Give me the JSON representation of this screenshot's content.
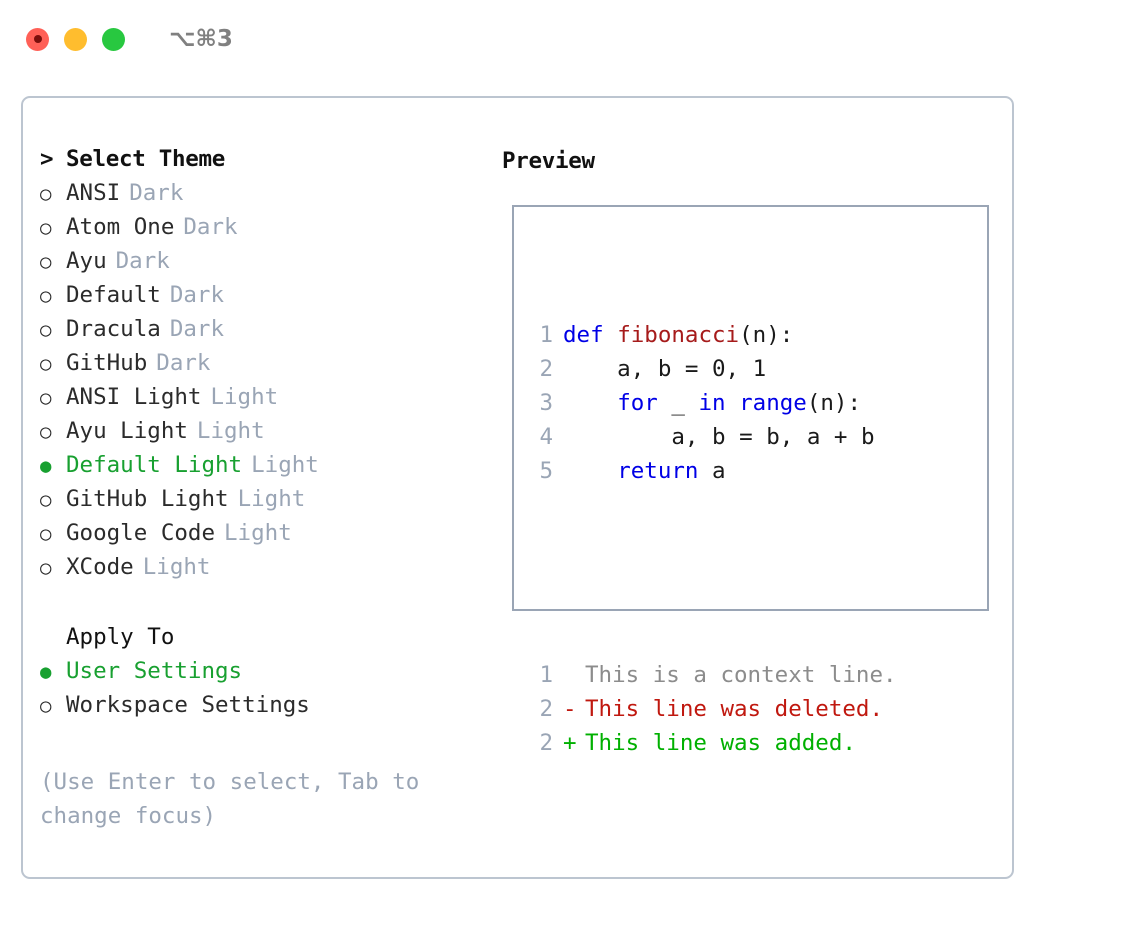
{
  "titlebar": {
    "shortcut": "⌥⌘3",
    "buttons": [
      "close",
      "minimize",
      "maximize"
    ]
  },
  "theme_picker": {
    "header_marker": ">",
    "header": "Select Theme",
    "radio_off": "○",
    "radio_on": "●",
    "items": [
      {
        "label": "ANSI",
        "tag": "Dark",
        "selected": false
      },
      {
        "label": "Atom One",
        "tag": "Dark",
        "selected": false
      },
      {
        "label": "Ayu",
        "tag": "Dark",
        "selected": false
      },
      {
        "label": "Default",
        "tag": "Dark",
        "selected": false
      },
      {
        "label": "Dracula",
        "tag": "Dark",
        "selected": false
      },
      {
        "label": "GitHub",
        "tag": "Dark",
        "selected": false
      },
      {
        "label": "ANSI Light",
        "tag": "Light",
        "selected": false
      },
      {
        "label": "Ayu Light",
        "tag": "Light",
        "selected": false
      },
      {
        "label": "Default Light",
        "tag": "Light",
        "selected": true
      },
      {
        "label": "GitHub Light",
        "tag": "Light",
        "selected": false
      },
      {
        "label": "Google Code",
        "tag": "Light",
        "selected": false
      },
      {
        "label": "XCode",
        "tag": "Light",
        "selected": false
      }
    ]
  },
  "apply_to": {
    "header": "Apply To",
    "items": [
      {
        "label": "User Settings",
        "selected": true
      },
      {
        "label": "Workspace Settings",
        "selected": false
      }
    ]
  },
  "hint": "(Use Enter to select, Tab to change focus)",
  "preview": {
    "title": "Preview",
    "code_lines": [
      {
        "no": "1",
        "tokens": [
          {
            "t": "def",
            "c": "kw"
          },
          {
            "t": " ",
            "c": "plain"
          },
          {
            "t": "fibonacci",
            "c": "fn"
          },
          {
            "t": "(n):",
            "c": "plain"
          }
        ]
      },
      {
        "no": "2",
        "tokens": [
          {
            "t": "    a, b = 0, 1",
            "c": "plain"
          }
        ]
      },
      {
        "no": "3",
        "tokens": [
          {
            "t": "    ",
            "c": "plain"
          },
          {
            "t": "for",
            "c": "kw"
          },
          {
            "t": " _ ",
            "c": "plain"
          },
          {
            "t": "in",
            "c": "kw"
          },
          {
            "t": " ",
            "c": "plain"
          },
          {
            "t": "range",
            "c": "kw"
          },
          {
            "t": "(n):",
            "c": "plain"
          }
        ]
      },
      {
        "no": "4",
        "tokens": [
          {
            "t": "        a, b = b, a + b",
            "c": "plain"
          }
        ]
      },
      {
        "no": "5",
        "tokens": [
          {
            "t": "    ",
            "c": "plain"
          },
          {
            "t": "return",
            "c": "kw"
          },
          {
            "t": " a",
            "c": "plain"
          }
        ]
      }
    ],
    "diff_lines": [
      {
        "no": "1",
        "marker": " ",
        "text": "This is a context line.",
        "kind": "diff-ctx"
      },
      {
        "no": "2",
        "marker": "-",
        "text": "This line was deleted.",
        "kind": "diff-del"
      },
      {
        "no": "2",
        "marker": "+",
        "text": "This line was added.",
        "kind": "diff-add"
      }
    ]
  },
  "colors": {
    "selected_green": "#18a030",
    "tag_gray": "#9aa5b5",
    "keyword_blue": "#0000e6",
    "function_red": "#a61b1b",
    "diff_add_green": "#00b000",
    "diff_del_red": "#c0180f",
    "panel_border": "#bcc5d0",
    "preview_border": "#9aa5b5"
  }
}
